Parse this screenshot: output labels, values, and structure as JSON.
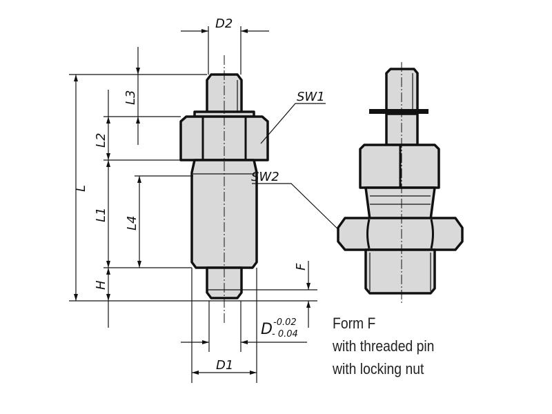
{
  "dimensions": {
    "d2": "D2",
    "l": "L",
    "l3": "L3",
    "l2": "L2",
    "l1": "L1",
    "l4": "L4",
    "h": "H",
    "f": "F",
    "d": "D",
    "d_tol_upper": "-0.02",
    "d_tol_lower": "- 0.04",
    "d1": "D1",
    "sw1": "SW1",
    "sw2": "SW2"
  },
  "caption": {
    "line1": "Form F",
    "line2": "with threaded pin",
    "line3": "with locking nut"
  },
  "colors": {
    "fill": "#d9d9d9",
    "line": "#111111"
  }
}
